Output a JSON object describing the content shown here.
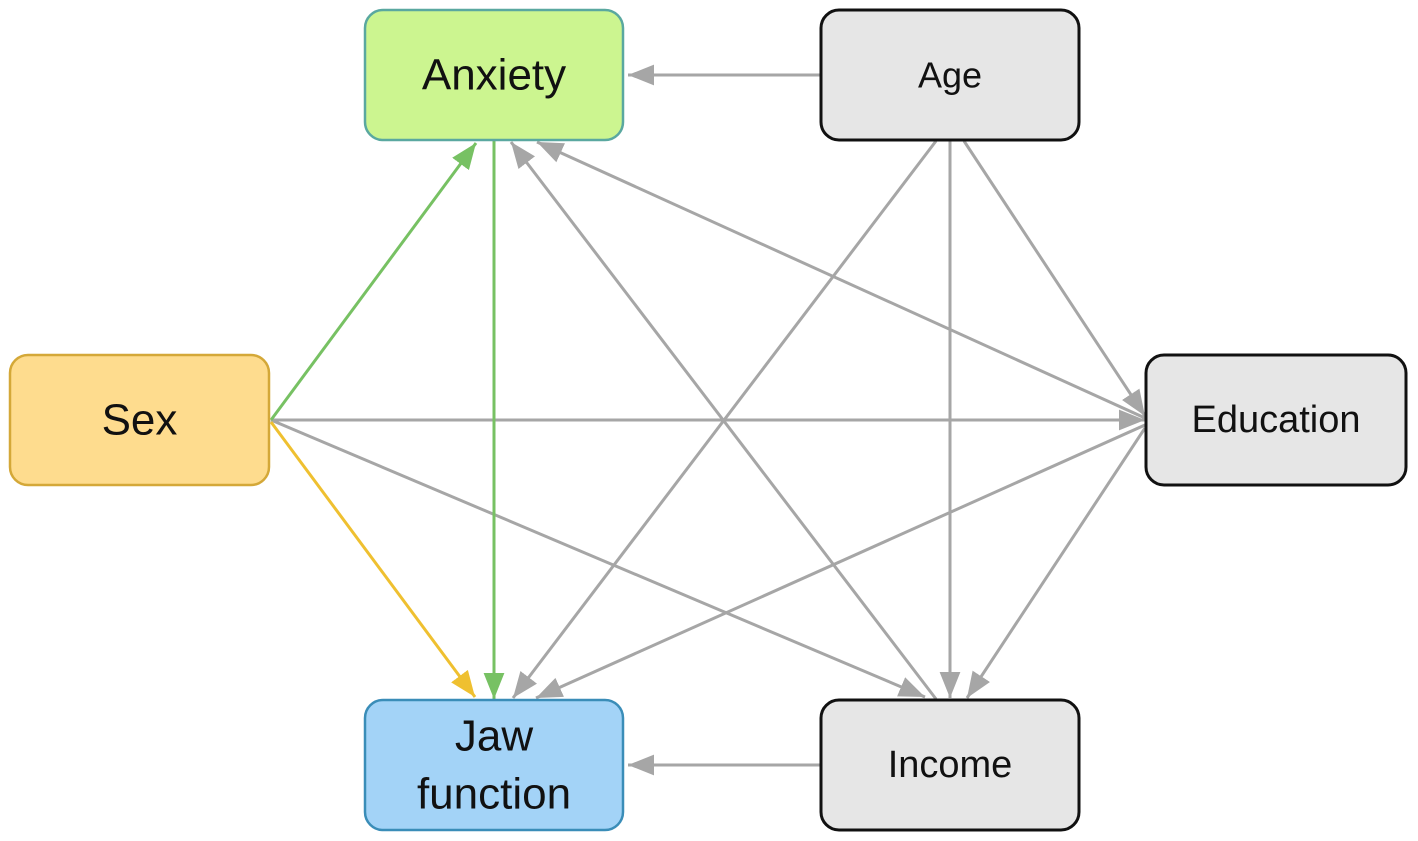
{
  "diagram": {
    "type": "directed-acyclic-graph",
    "nodes": [
      {
        "id": "anxiety",
        "lines": [
          "Anxiety"
        ],
        "fill": "#ccf590",
        "stroke": "#5aa8a0"
      },
      {
        "id": "age",
        "lines": [
          "Age"
        ],
        "fill": "#e6e6e6",
        "stroke": "#111111"
      },
      {
        "id": "sex",
        "lines": [
          "Sex"
        ],
        "fill": "#fedc8e",
        "stroke": "#d4a838"
      },
      {
        "id": "education",
        "lines": [
          "Education"
        ],
        "fill": "#e6e6e6",
        "stroke": "#111111"
      },
      {
        "id": "jaw",
        "lines": [
          "Jaw",
          "function"
        ],
        "fill": "#a3d3f7",
        "stroke": "#3a8db8"
      },
      {
        "id": "income",
        "lines": [
          "Income"
        ],
        "fill": "#e6e6e6",
        "stroke": "#111111"
      }
    ],
    "edges": [
      {
        "from": "age",
        "to": "anxiety",
        "color": "#a6a6a6"
      },
      {
        "from": "sex",
        "to": "anxiety",
        "color": "#77c163"
      },
      {
        "from": "anxiety",
        "to": "jaw",
        "color": "#77c163"
      },
      {
        "from": "sex",
        "to": "jaw",
        "color": "#efc030"
      },
      {
        "from": "sex",
        "to": "education",
        "color": "#a6a6a6"
      },
      {
        "from": "sex",
        "to": "income",
        "color": "#a6a6a6"
      },
      {
        "from": "education",
        "to": "anxiety",
        "color": "#a6a6a6"
      },
      {
        "from": "income",
        "to": "anxiety",
        "color": "#a6a6a6"
      },
      {
        "from": "age",
        "to": "jaw",
        "color": "#a6a6a6"
      },
      {
        "from": "age",
        "to": "income",
        "color": "#a6a6a6"
      },
      {
        "from": "age",
        "to": "education",
        "color": "#a6a6a6"
      },
      {
        "from": "education",
        "to": "jaw",
        "color": "#a6a6a6"
      },
      {
        "from": "education",
        "to": "income",
        "color": "#a6a6a6"
      },
      {
        "from": "income",
        "to": "jaw",
        "color": "#a6a6a6"
      }
    ]
  }
}
